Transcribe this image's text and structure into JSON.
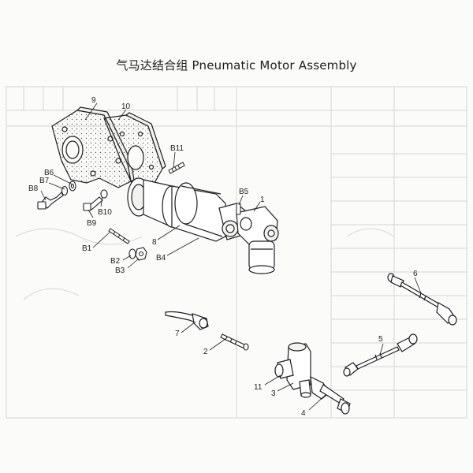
{
  "title": "气马达结合组 Pneumatic Motor Assembly",
  "colors": {
    "ink": "#1e1e1e",
    "ghost": "#d3d3cf",
    "paper": "#fbfbf9"
  },
  "callouts": {
    "c1": "1",
    "c2": "2",
    "c3": "3",
    "c4": "4",
    "c5": "5",
    "c6": "6",
    "c7": "7",
    "c8": "8",
    "c9": "9",
    "c10": "10",
    "c11": "11",
    "b1": "B1",
    "b2": "B2",
    "b3": "B3",
    "b4": "B4",
    "b5": "B5",
    "b6": "B6",
    "b7": "B7",
    "b8": "B8",
    "b9": "B9",
    "b10": "B10",
    "b11": "B11"
  }
}
